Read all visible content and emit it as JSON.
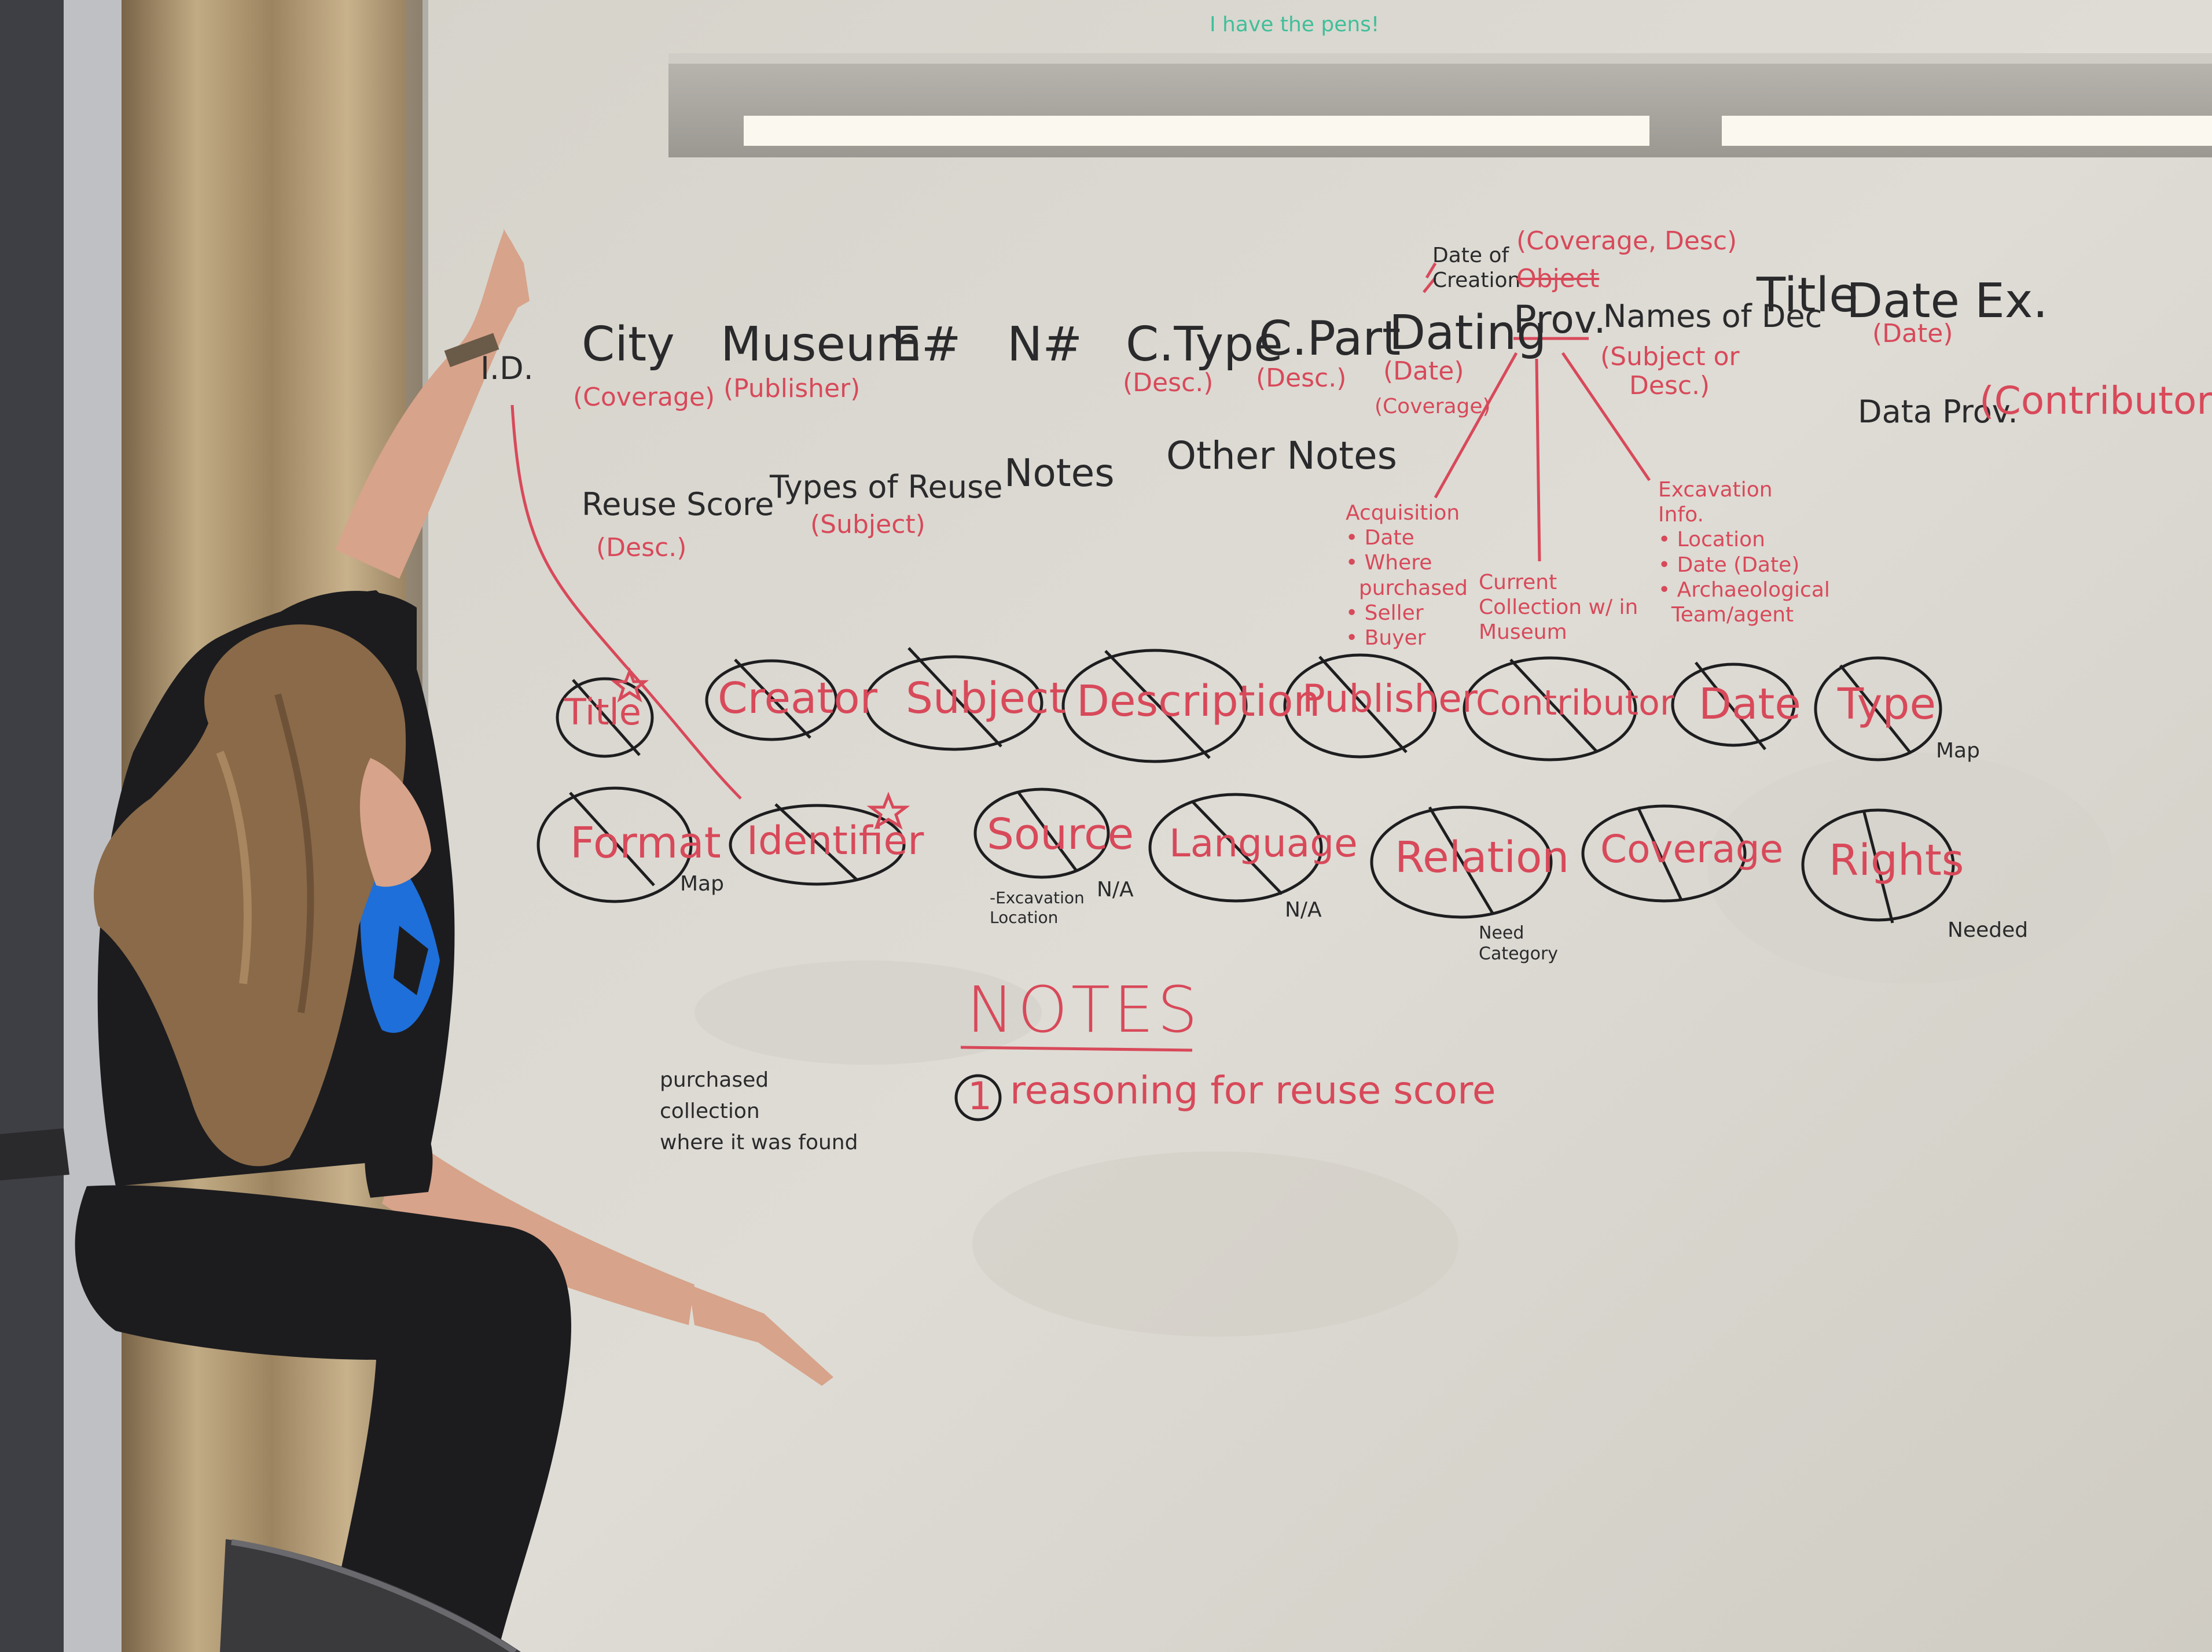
{
  "top_note": "I have the pens!",
  "fields_row1": [
    "City",
    "Museum",
    "E#",
    "N#",
    "C.Type",
    "C.Part",
    "Dating",
    "Prov.",
    "Names of Dec",
    "Title",
    "Date Ex."
  ],
  "id_label": "I.D.",
  "qualifiers_row1": {
    "city": "(Coverage)",
    "museum": "(Publisher)",
    "ctype": "(Desc.)",
    "cpart": "(Desc.)",
    "dating_1": "(Date)",
    "dating_2": "(Coverage)",
    "names_of_dec_1": "(Subject or",
    "names_of_dec_2": "Desc.)",
    "date_ex": "(Date)"
  },
  "date_of_creation": "Date of\nCreation",
  "prov_qualifier_1": "(Coverage, Desc)",
  "prov_qualifier_2": "Object",
  "data_prov": "Data Prov.",
  "data_prov_qualifier": "(Contributor)",
  "fields_row2": {
    "reuse_score": "Reuse Score",
    "reuse_score_q": "(Desc.)",
    "types_of_reuse": "Types of Reuse",
    "types_of_reuse_q": "(Subject)",
    "notes": "Notes",
    "other_notes": "Other Notes"
  },
  "acquisition": "Acquisition\n• Date\n• Where\n  purchased\n• Seller\n• Buyer",
  "current_collection": "Current\nCollection w/ in\nMuseum",
  "excavation": "Excavation\nInfo.\n• Location\n• Date (Date)\n• Archaeological\n  Team/agent",
  "circles_row1": [
    "Title",
    "Creator",
    "Subject",
    "Description",
    "Publisher",
    "Contributor",
    "Date",
    "Type"
  ],
  "circles_row2": [
    "Format",
    "Identifier",
    "Source",
    "Language",
    "Relation",
    "Coverage",
    "Rights"
  ],
  "circle_notes": {
    "type": "Map",
    "format": "Map",
    "source_1": "-Excavation\nLocation",
    "source_2": "N/A",
    "language": "N/A",
    "relation": "Need\nCategory",
    "rights": "Needed"
  },
  "notes_heading": "NOTES",
  "notes_item": "reasoning for reuse score",
  "notes_item_number": "1",
  "purchased_note": "purchased\ncollection\nwhere it was found",
  "colors": {
    "board": "#dcdad3",
    "ink_black": "#2a2a2c",
    "ink_red": "#d8495a",
    "ink_green": "#3fbf9a",
    "curtain": "#b59e78",
    "shirt": "#1c1c1f",
    "shirt_pattern": "#1e6fd9",
    "hair": "#8a6a48",
    "skin": "#d7a38a",
    "light": "#fbf8ef"
  }
}
